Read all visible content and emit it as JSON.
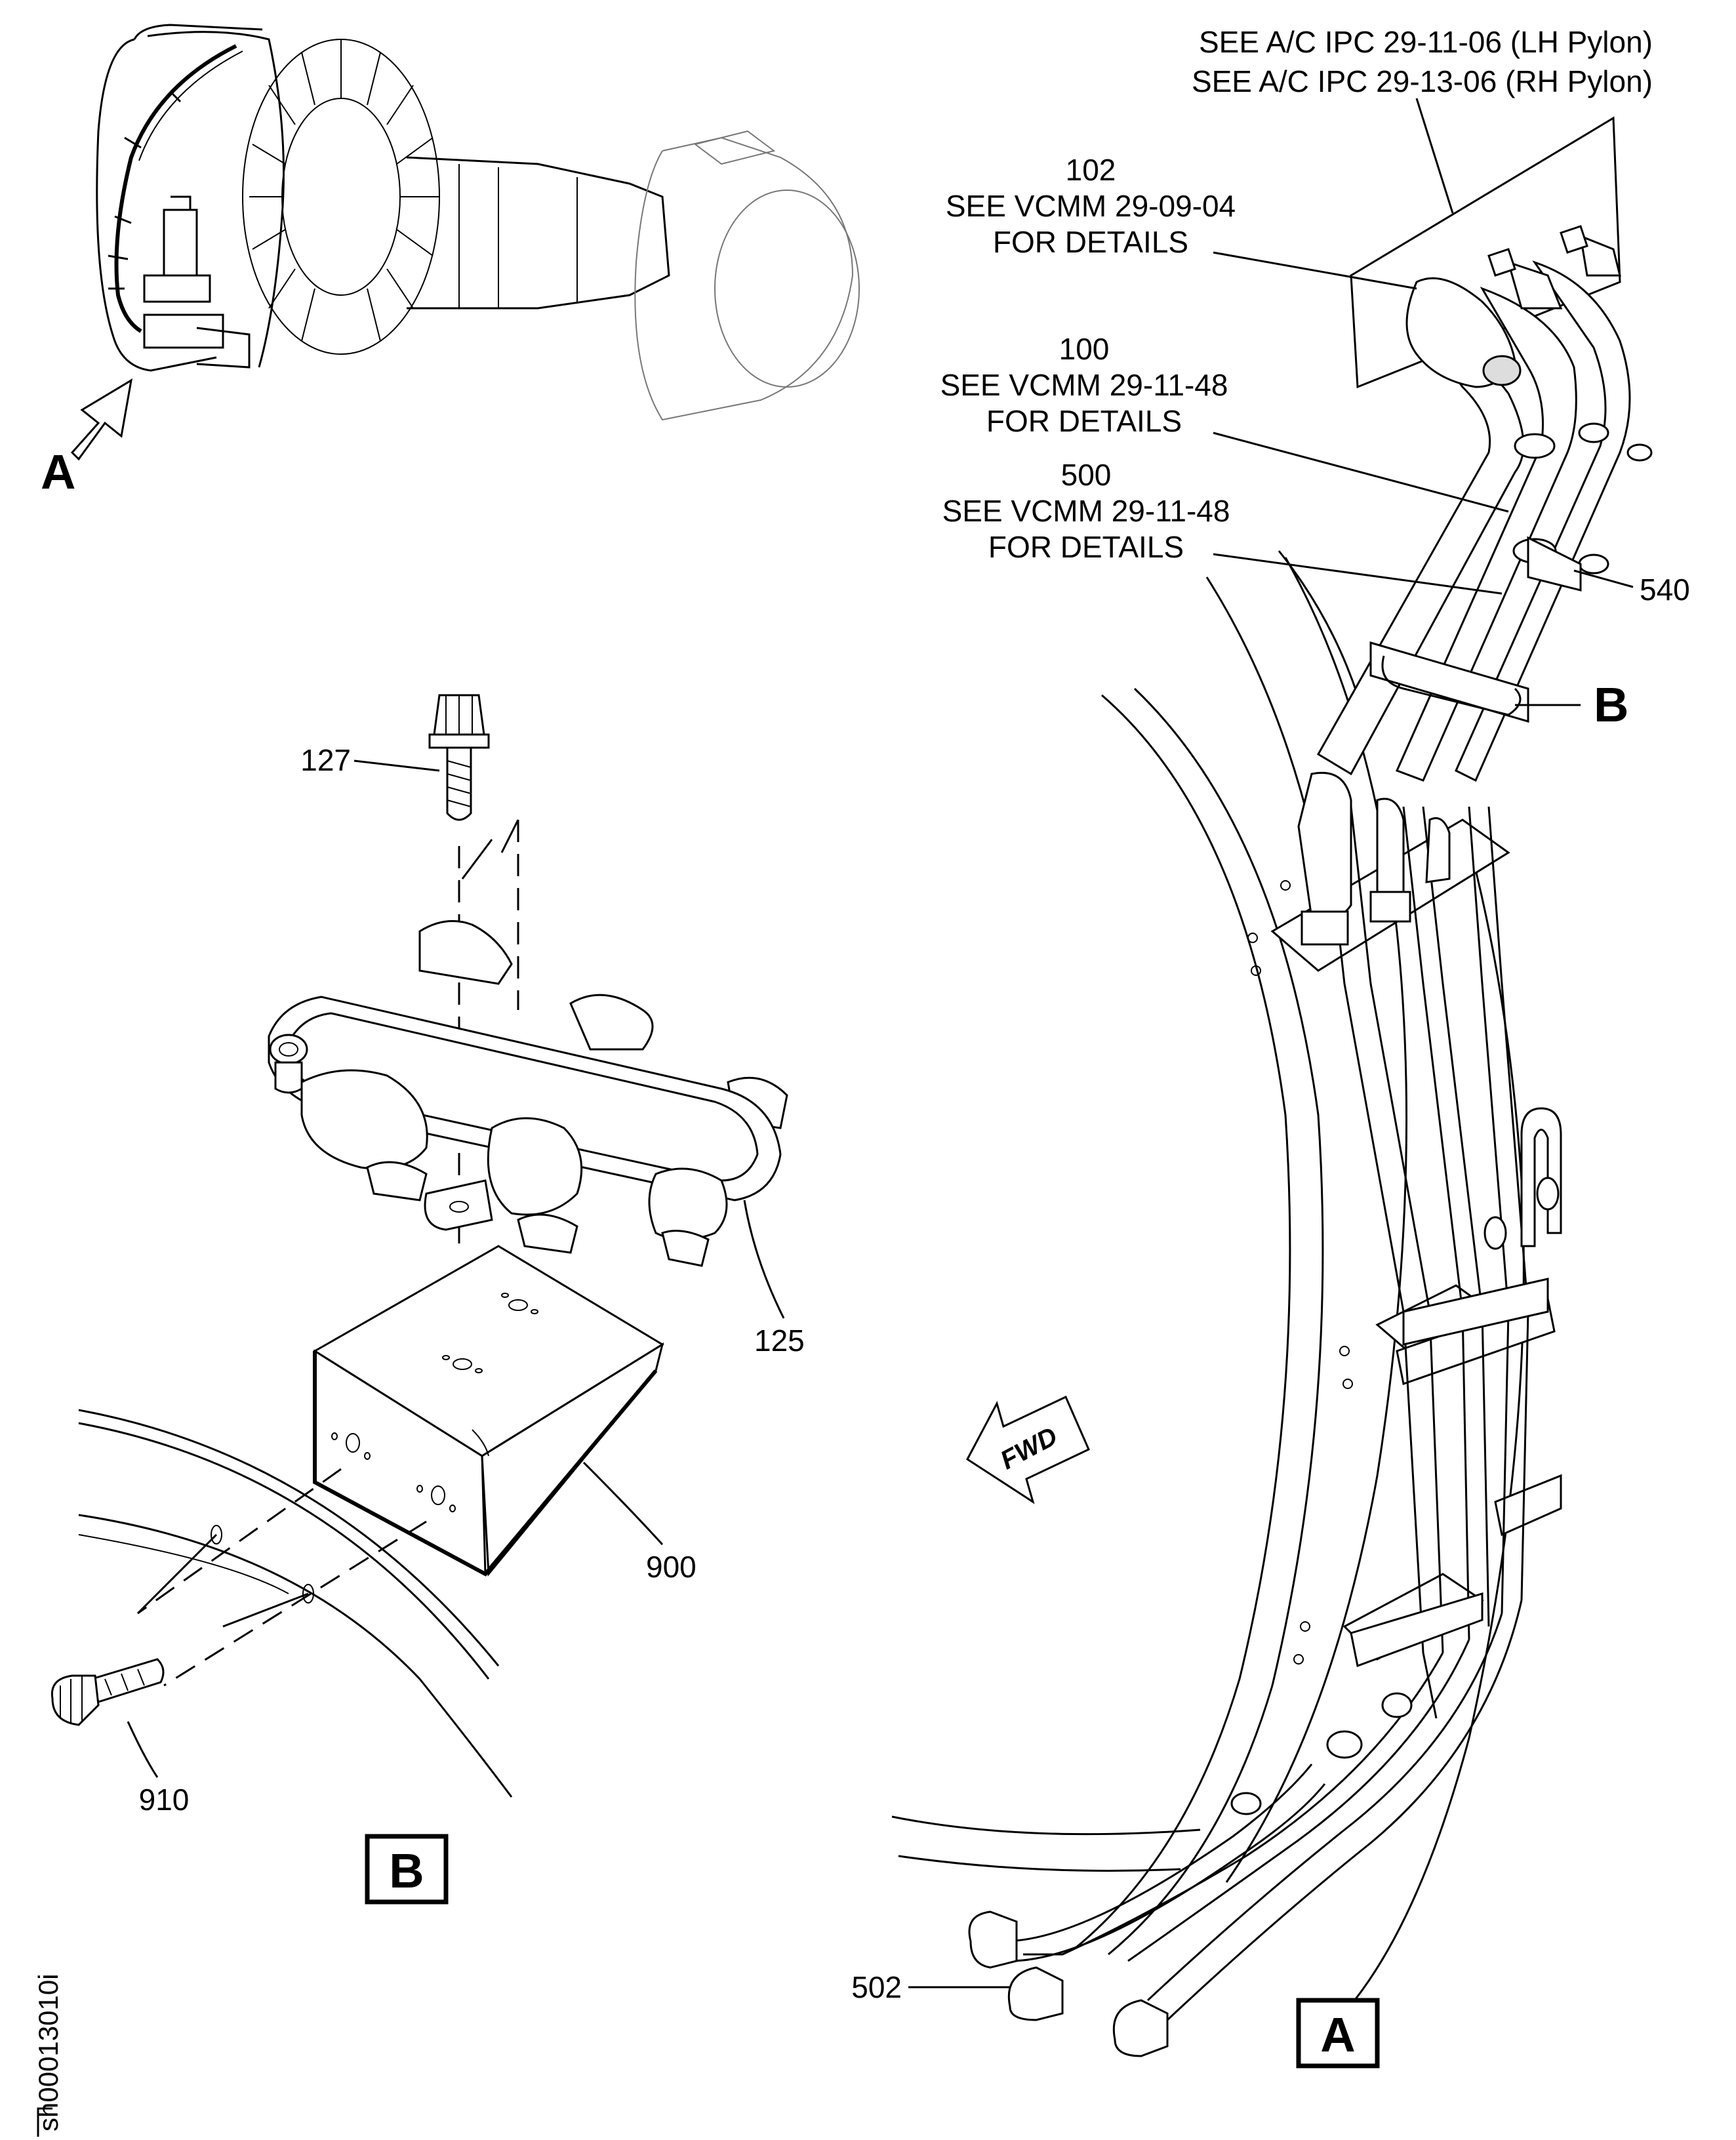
{
  "pylon_refs": {
    "line1": "SEE A/C IPC 29-11-06 (LH Pylon)",
    "line2": "SEE A/C IPC 29-13-06 (RH Pylon)"
  },
  "callouts": {
    "c102": {
      "item": "102",
      "ref": "SEE VCMM 29-09-04",
      "details": "FOR DETAILS"
    },
    "c100": {
      "item": "100",
      "ref": "SEE VCMM 29-11-48",
      "details": "FOR DETAILS"
    },
    "c500": {
      "item": "500",
      "ref": "SEE VCMM 29-11-48",
      "details": "FOR DETAILS"
    },
    "c540": "540",
    "c502": "502",
    "c127": "127",
    "c125": "125",
    "c900": "900",
    "c910": "910"
  },
  "view_labels": {
    "arrow_a": "A",
    "detail_b_ref": "B",
    "box_b": "B",
    "box_a": "A"
  },
  "fwd_arrow": "FWD",
  "sheet_id": "sh00013010i"
}
